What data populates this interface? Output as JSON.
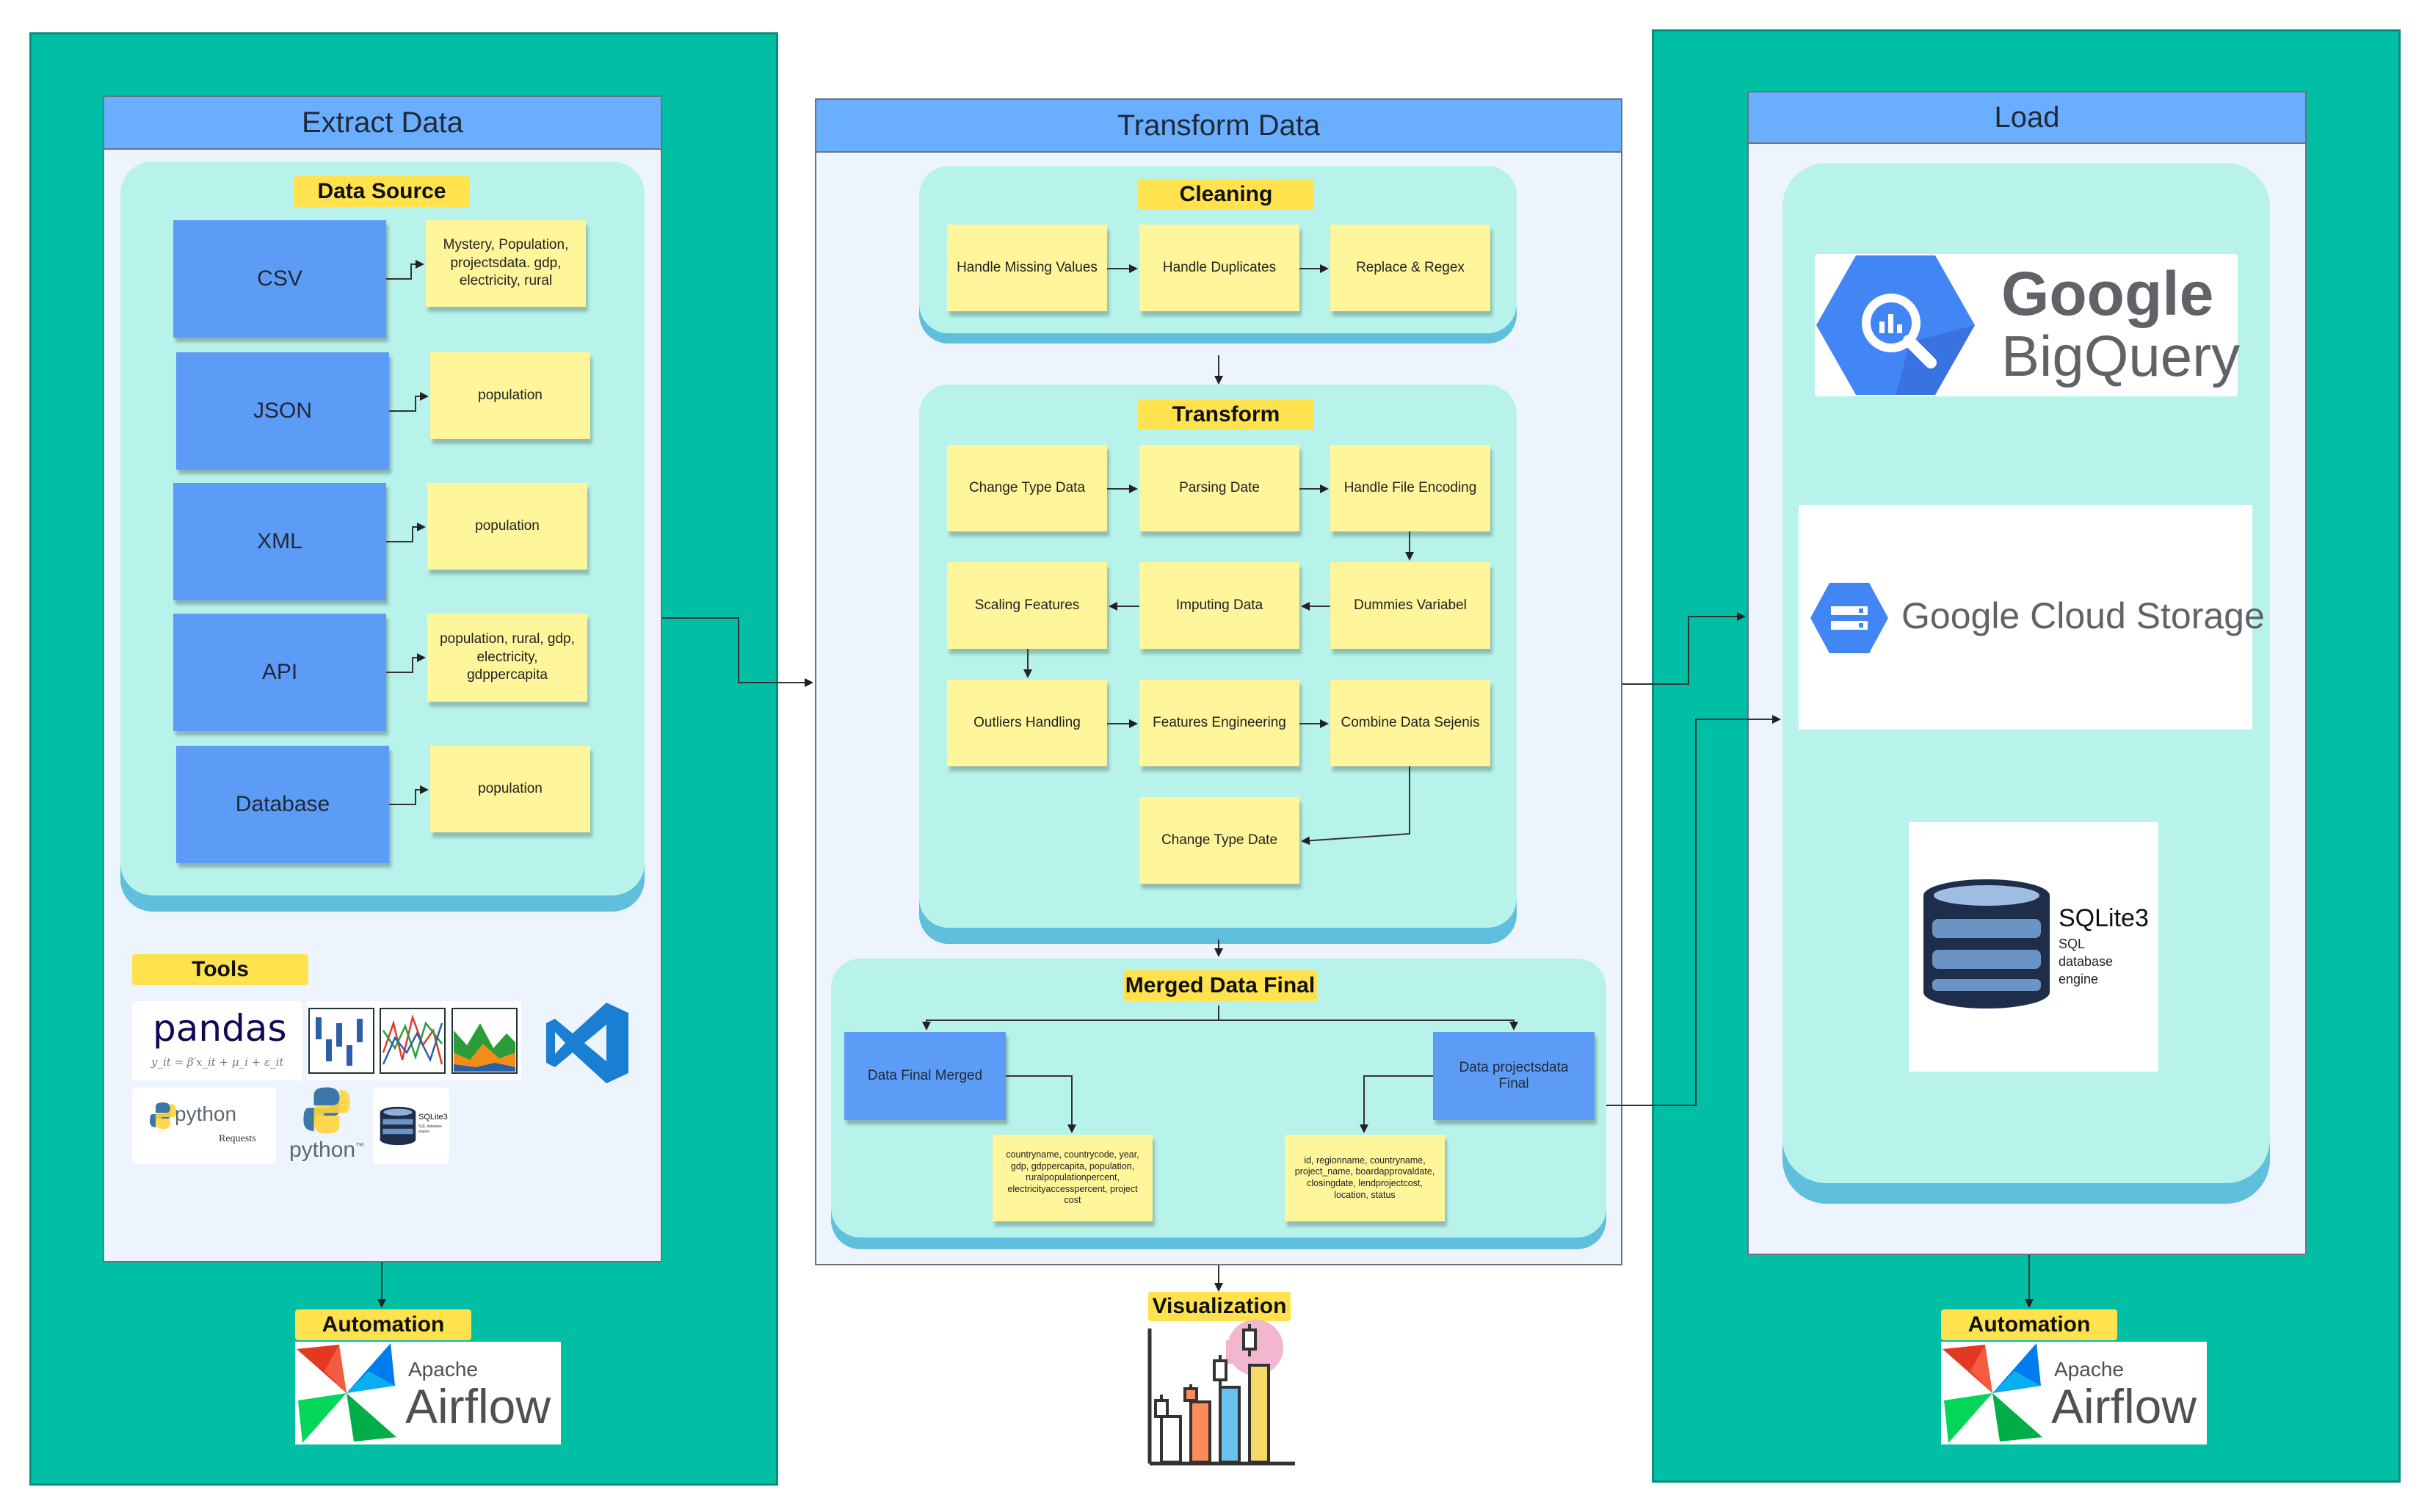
{
  "extract": {
    "title": "Extract Data",
    "source_tag": "Data Source",
    "sources": [
      {
        "name": "CSV",
        "note": "Mystery, Population, projectsdata. gdp, electricity, rural"
      },
      {
        "name": "JSON",
        "note": "population"
      },
      {
        "name": "XML",
        "note": "population"
      },
      {
        "name": "API",
        "note": "population, rural, gdp, electricity, gdppercapita"
      },
      {
        "name": "Database",
        "note": "population"
      }
    ],
    "tools_tag": "Tools",
    "tools": {
      "pandas": "pandas",
      "pandas_formula": "y_it = β′x_it + μ_i + ε_it",
      "python_requests": "python",
      "requests_label": "Requests",
      "python": "python",
      "python_tm": "™",
      "sqlite_small": "SQLite3",
      "sqlite_small_sub": "SQL database engine"
    },
    "automation_tag": "Automation",
    "airflow_apache": "Apache",
    "airflow_name": "Airflow"
  },
  "transform": {
    "title": "Transform Data",
    "cleaning_tag": "Cleaning",
    "cleaning": [
      "Handle Missing Values",
      "Handle Duplicates",
      "Replace & Regex"
    ],
    "transform_tag": "Transform",
    "steps": {
      "change_type_data": "Change Type Data",
      "parsing_date": "Parsing Date",
      "handle_file_encoding": "Handle File Encoding",
      "scaling_features": "Scaling Features",
      "imputing_data": "Imputing Data",
      "dummies_variabel": "Dummies Variabel",
      "outliers_handling": "Outliers Handling",
      "features_engineering": "Features Engineering",
      "combine_data": "Combine Data Sejenis",
      "change_type_date": "Change Type Date"
    },
    "merged_tag": "Merged Data Final",
    "final_merged": "Data Final Merged",
    "final_projects": "Data projectsdata Final",
    "final_merged_cols": "countryname, countrycode, year, gdp, gdppercapita, population, ruralpopulationpercent, electricityaccesspercent, project cost",
    "final_projects_cols": "id, regionname, countryname, project_name, boardapprovaldate, closingdate, lendprojectcost, location, status",
    "visualization_tag": "Visualization"
  },
  "load": {
    "title": "Load",
    "bigquery_1": "Google",
    "bigquery_2": "BigQuery",
    "gcs": "Google Cloud Storage",
    "sqlite_title": "SQLite3",
    "sqlite_sub_1": "SQL",
    "sqlite_sub_2": "database",
    "sqlite_sub_3": "engine",
    "automation_tag": "Automation",
    "airflow_apache": "Apache",
    "airflow_name": "Airflow"
  },
  "colors": {
    "teal": "#00bfa5",
    "lane_header": "#6aaeff",
    "group_fill": "#b7f3ea",
    "sticky": "#fff59a",
    "tag": "#ffe24d",
    "source_box": "#5d9cf6"
  }
}
